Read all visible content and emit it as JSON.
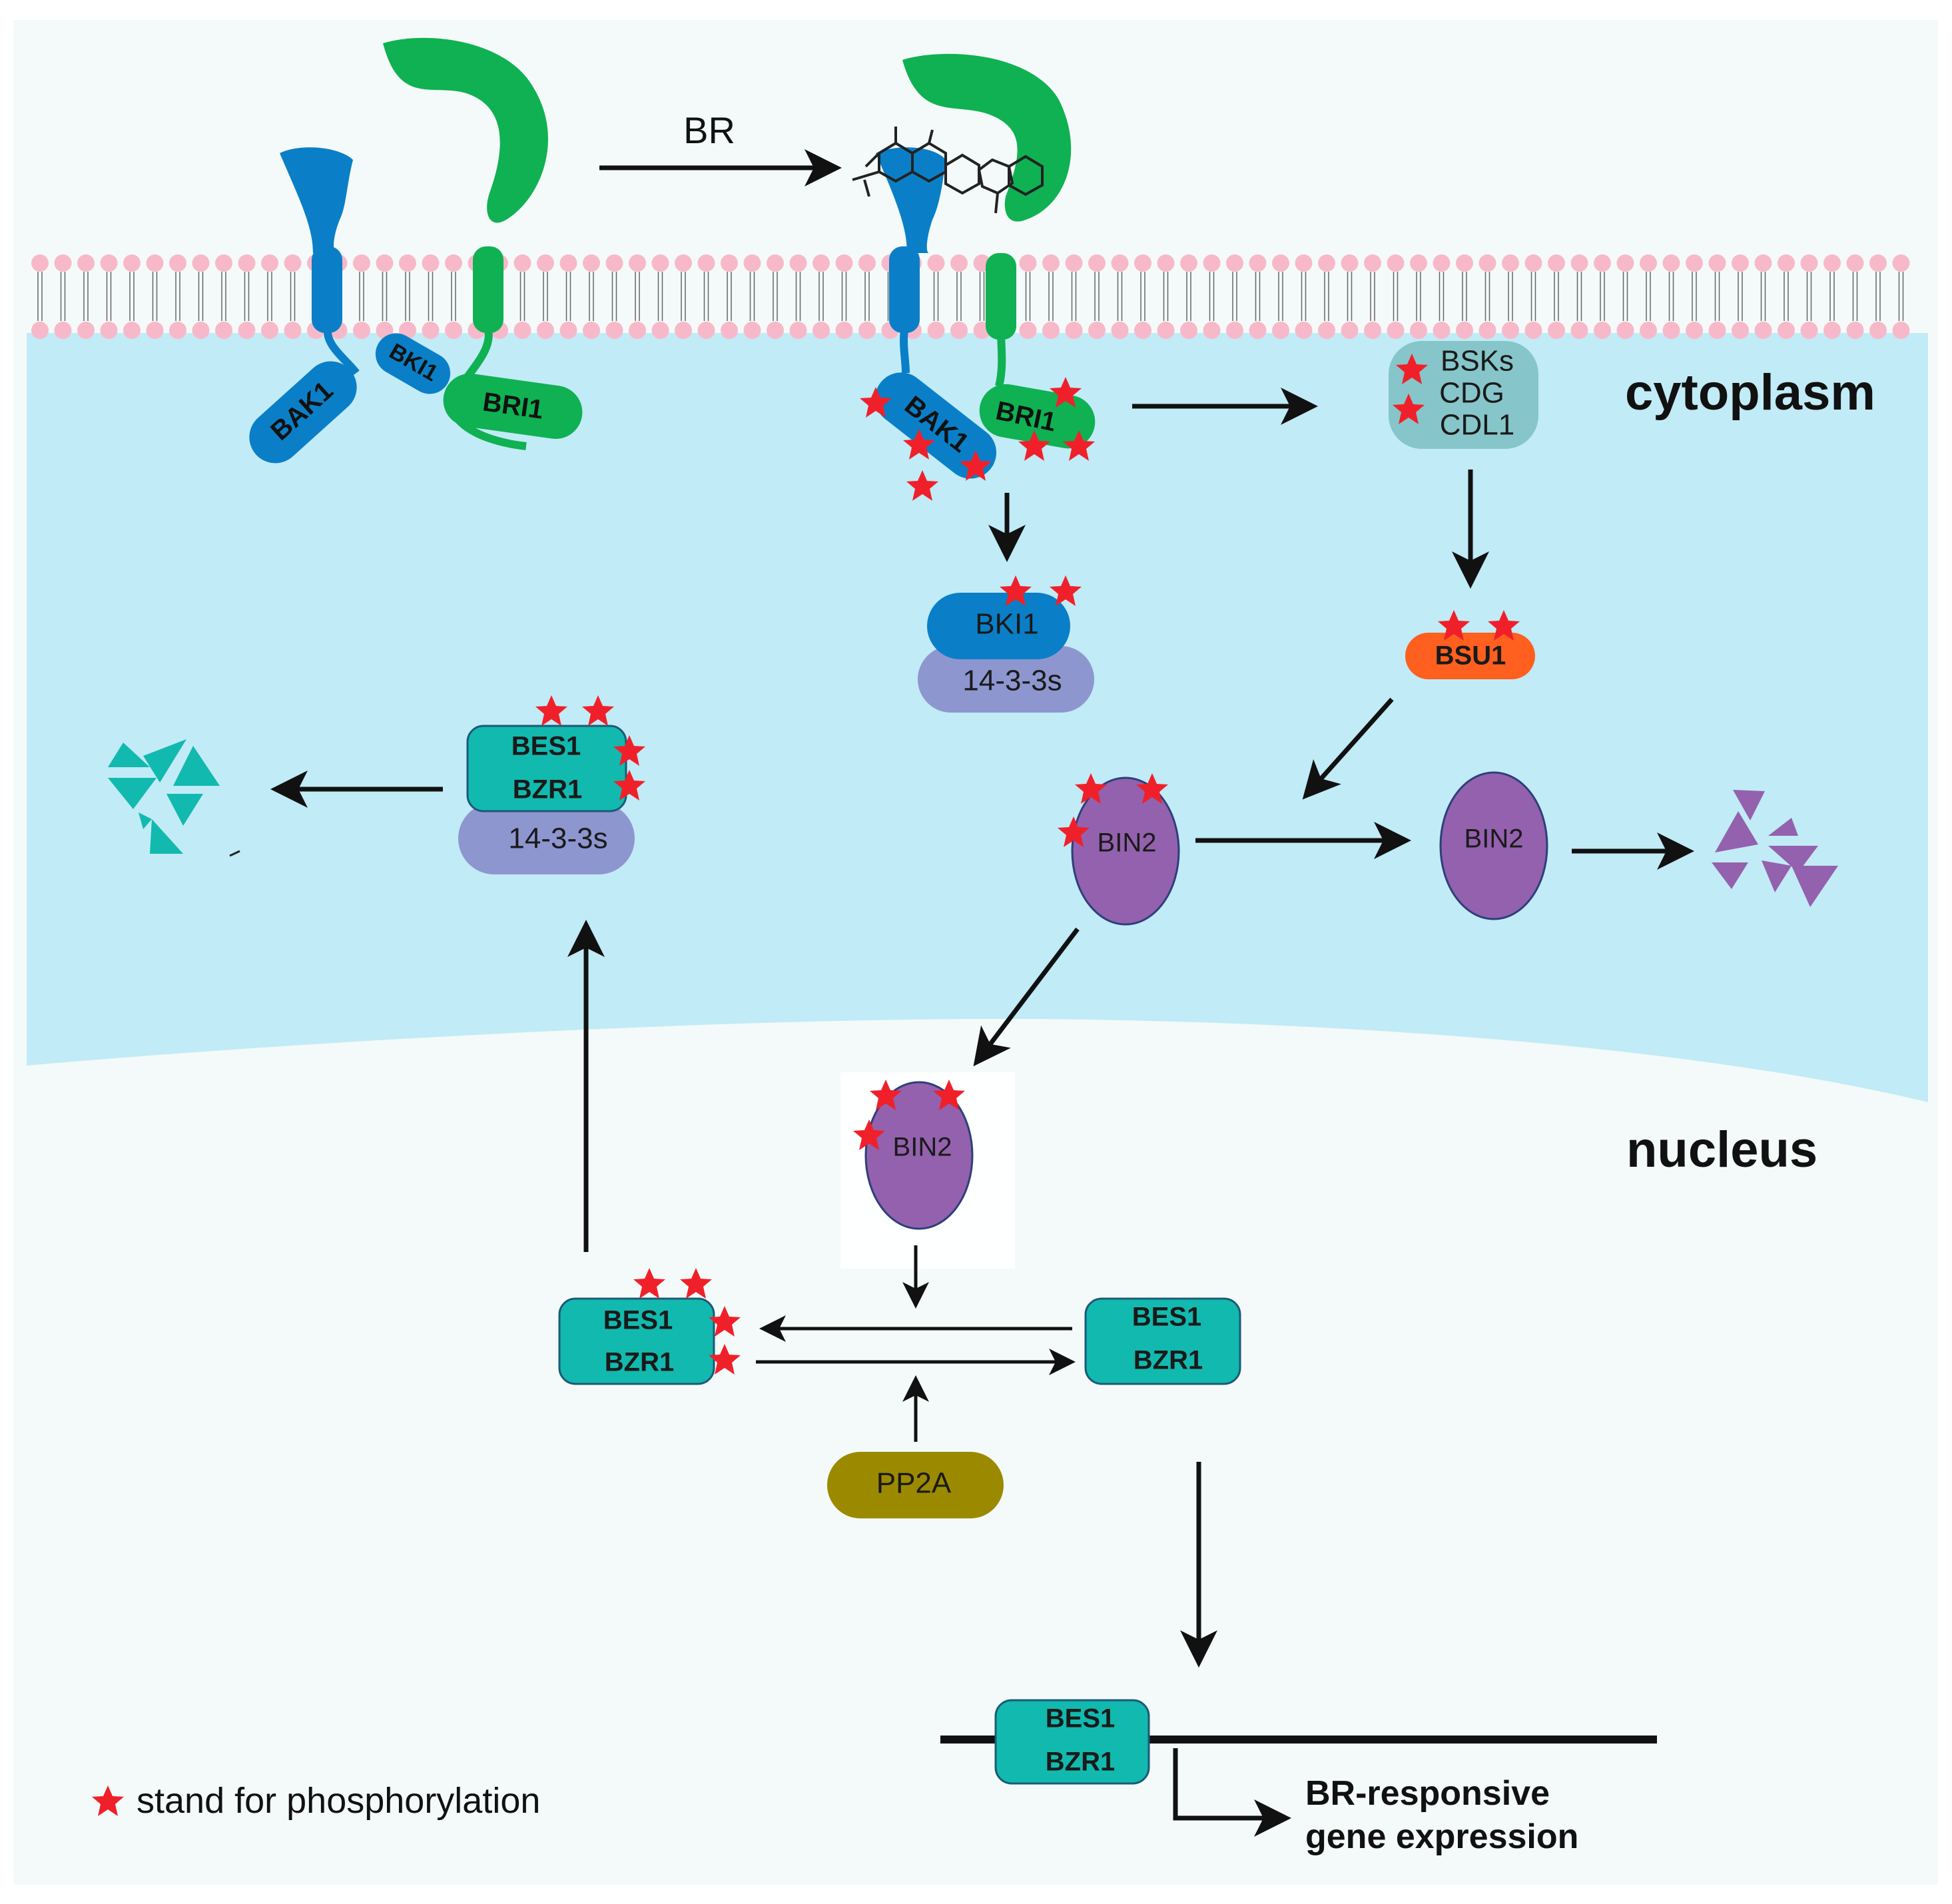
{
  "labels": {
    "br": "BR",
    "cytoplasm": "cytoplasm",
    "nucleus": "nucleus",
    "bak1": "BAK1",
    "bri1": "BRI1",
    "bki1": "BKI1",
    "bsks": "BSKs",
    "cdg": "CDG",
    "cdl1": "CDL1",
    "bsu1": "BSU1",
    "bin2": "BIN2",
    "bes1": "BES1",
    "bzr1": "BZR1",
    "protein_1433": "14-3-3s",
    "pp2a": "PP2A",
    "output_line1": "BR-responsive",
    "output_line2": "gene expression"
  },
  "legend": {
    "text": "stand for phosphorylation"
  },
  "colors": {
    "bak1": "#0a7fc7",
    "bri1": "#0fb152",
    "cytoplasm": "#c1ebf6",
    "membrane_head": "#f7b9c9",
    "bin2": "#9361ad",
    "bes_bzr": "#12b9ae",
    "protein_1433": "#8e96d0",
    "bsu1": "#ff5f1f",
    "bsk_group": "#86c5c9",
    "pp2a": "#9b8a00",
    "phospho_star": "#f0202a"
  }
}
